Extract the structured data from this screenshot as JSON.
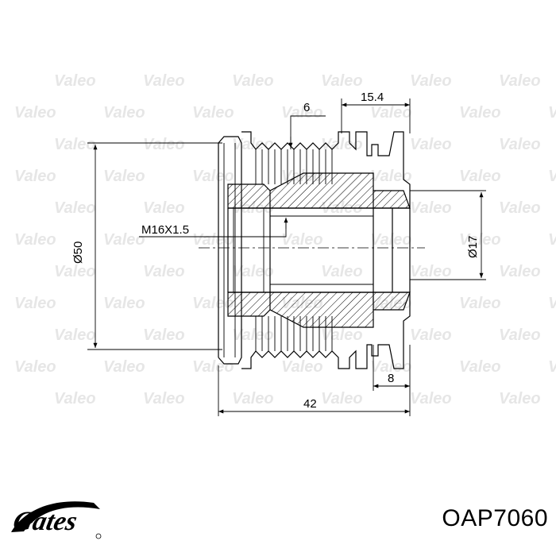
{
  "watermark": {
    "text": "Valeo"
  },
  "dimensions": {
    "groove_count": "6",
    "width_right": "15.4",
    "thread": "M16X1.5",
    "outer_diameter": "Ø50",
    "inner_diameter": "Ø17",
    "hub_width": "8",
    "total_length": "42"
  },
  "brand": {
    "name": "Gates"
  },
  "part": {
    "number": "OAP7060"
  }
}
